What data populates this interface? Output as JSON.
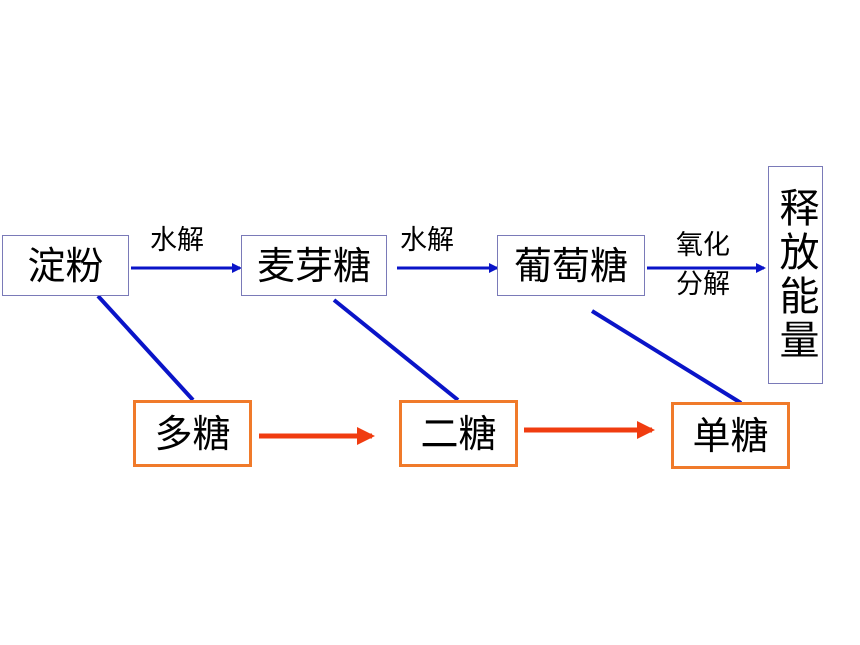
{
  "top_row": {
    "starch": "淀粉",
    "maltose": "麦芽糖",
    "glucose": "葡萄糖",
    "release_energy": "释放能量"
  },
  "arrow_labels": {
    "hydrolysis_1": "水解",
    "hydrolysis_2": "水解",
    "oxidation_line1": "氧化",
    "oxidation_line2": "分解"
  },
  "bottom_row": {
    "polysaccharide": "多糖",
    "disaccharide": "二糖",
    "monosaccharide": "单糖"
  },
  "colors": {
    "blue_arrow": "#0a14c8",
    "red_arrow": "#f03c10",
    "orange_border": "#f07a2a",
    "top_border": "#7a7ab8"
  }
}
